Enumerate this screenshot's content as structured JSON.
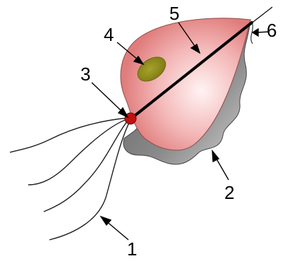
{
  "labels": {
    "n1": "1",
    "n2": "2",
    "n3": "3",
    "n4": "4",
    "n5": "5",
    "n6": "6"
  },
  "colors": {
    "cell_body": "#e99090",
    "cell_highlight": "#ffe9e9",
    "membrane": "#6b6b6b",
    "nucleus": "#9a9a1e",
    "basal_body": "#c01010",
    "axostyle": "#000000",
    "flagella": "#222222"
  }
}
